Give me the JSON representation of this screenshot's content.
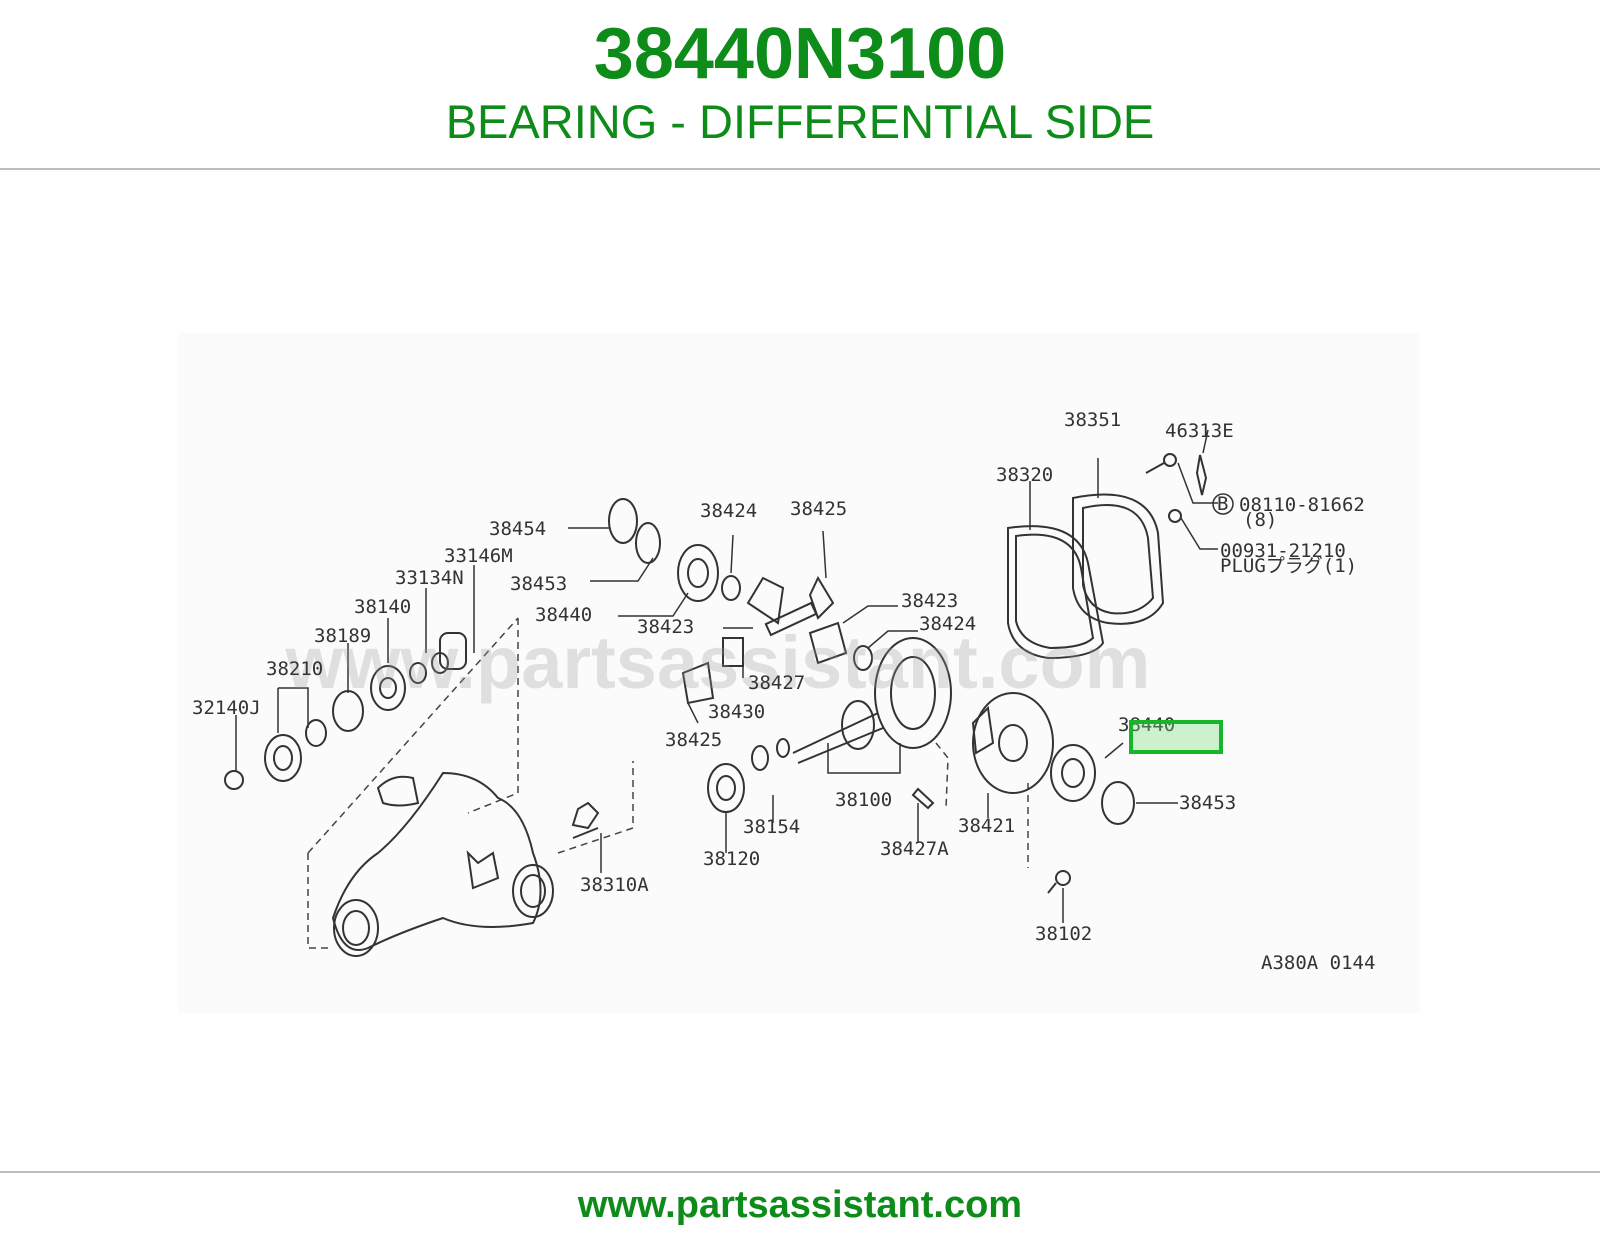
{
  "header": {
    "part_number": "38440N3100",
    "description": "BEARING - DIFFERENTIAL SIDE"
  },
  "diagram": {
    "watermark": "www.partsassistant.com",
    "code": "A380A 0144",
    "highlighted": "38440",
    "labels": {
      "l38351": "38351",
      "l46313E": "46313E",
      "l38320": "38320",
      "l08110": "08110-81662",
      "l08110_qty": "(8)",
      "l00931": "00931-21210",
      "l00931_sub": "PLUGプラグ(1)",
      "l38454": "38454",
      "l38424a": "38424",
      "l38425a": "38425",
      "l33146M": "33146M",
      "l38453a": "38453",
      "l33134N": "33134N",
      "l38440a": "38440",
      "l38423a": "38423",
      "l38423b": "38423",
      "l38140": "38140",
      "l38424b": "38424",
      "l38189": "38189",
      "l38427": "38427",
      "l38210": "38210",
      "l38430": "38430",
      "l32140J": "32140J",
      "l38425b": "38425",
      "l38440b": "38440",
      "l38453b": "38453",
      "l38100": "38100",
      "l38421": "38421",
      "l38154": "38154",
      "l38120": "38120",
      "l38427A": "38427A",
      "l38310A": "38310A",
      "l38102": "38102"
    }
  },
  "footer": {
    "url": "www.partsassistant.com"
  },
  "colors": {
    "brand_green": "#0e8c1a",
    "highlight_green": "#17b52a"
  }
}
